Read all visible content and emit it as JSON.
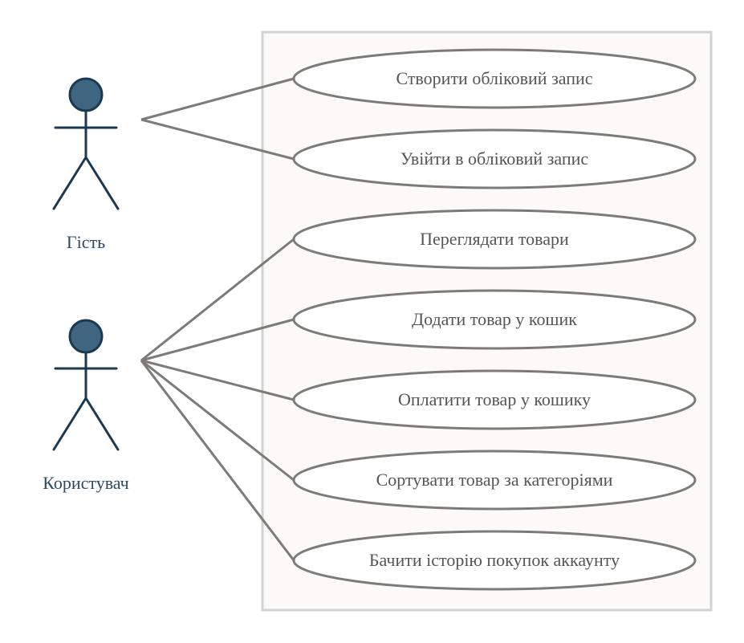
{
  "colors": {
    "actor_stroke": "#1b3a52",
    "actor_fill": "#3f6580",
    "actor_text": "#2b4b63",
    "line": "#7d7b79",
    "boundary_stroke": "#d2d2d2",
    "boundary_fill": "#fbfaf8",
    "usecase_fill": "#ffffff",
    "usecase_stroke": "#7d7b79",
    "usecase_text": "#555555"
  },
  "actors": [
    {
      "id": "guest",
      "label": "Гість",
      "icon": "person-icon"
    },
    {
      "id": "user",
      "label": "Користувач",
      "icon": "person-icon"
    }
  ],
  "use_cases": [
    {
      "id": "create-account",
      "label": "Створити обліковий запис",
      "actor": "guest"
    },
    {
      "id": "login",
      "label": "Увійти в обліковий запис",
      "actor": "guest"
    },
    {
      "id": "browse",
      "label": "Переглядати товари",
      "actor": "user"
    },
    {
      "id": "add-to-cart",
      "label": "Додати товар у кошик",
      "actor": "user"
    },
    {
      "id": "pay",
      "label": "Оплатити товар у кошику",
      "actor": "user"
    },
    {
      "id": "sort",
      "label": "Сортувати товар за категоріями",
      "actor": "user"
    },
    {
      "id": "history",
      "label": "Бачити історію покупок аккаунту",
      "actor": "user"
    }
  ]
}
